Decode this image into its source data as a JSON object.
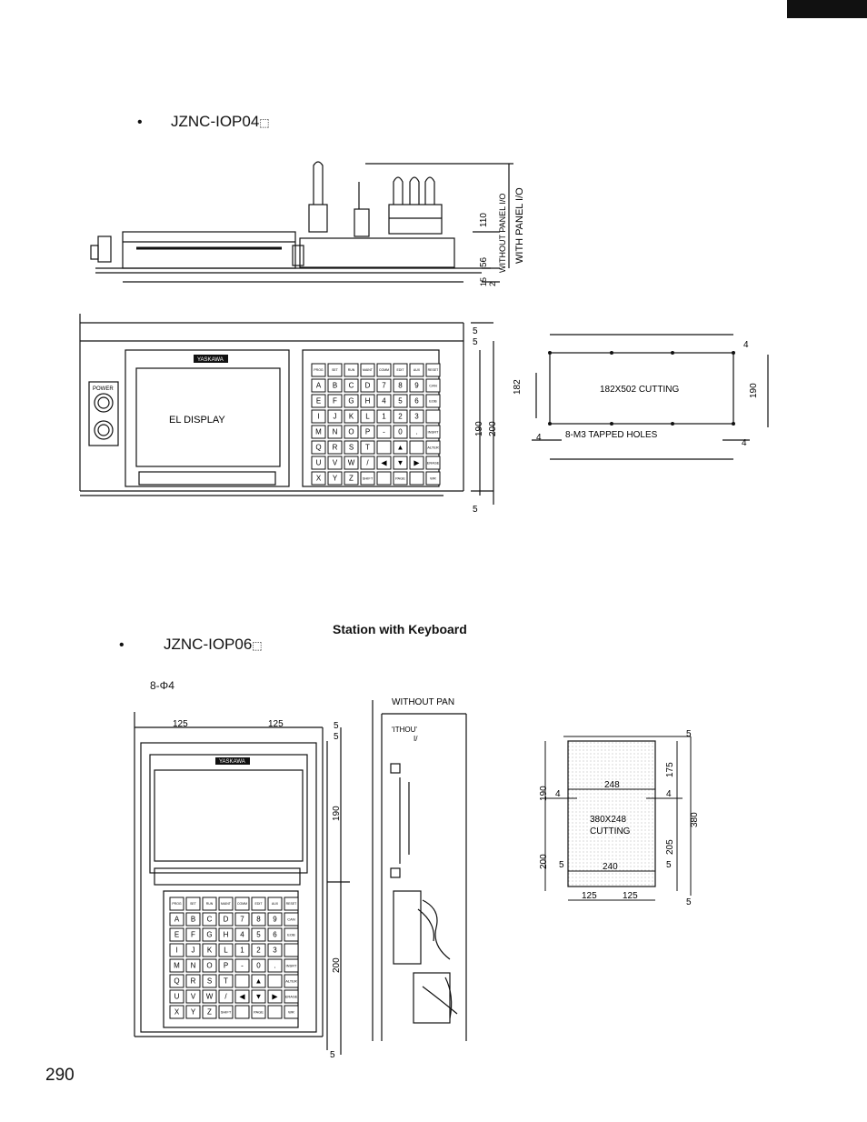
{
  "page": {
    "page_number": "290",
    "accent_color": "#111111"
  },
  "section1": {
    "bullet": "•",
    "model": "JZNC-IOP04",
    "model_suffix": "⬚",
    "side_view_labels": {
      "dim_110": "110",
      "with_panel_io": "WITH PANEL I/O",
      "dim_56": "56",
      "without_panel_io": "WITHOUT PANEL I/O",
      "dim_15": "15",
      "dim_2": "2"
    },
    "front_view": {
      "power_label": "POWER",
      "display_label": "EL DISPLAY",
      "brand_badge": "YASKAWA",
      "dim_5_top": "5",
      "dim_5_top_b": "5",
      "dim_190": "190",
      "dim_200": "200",
      "dim_5_bottom": "5"
    },
    "cutout": {
      "label": "182X502 CUTTING",
      "holes_label": "8-M3 TAPPED HOLES",
      "dim_182": "182",
      "dim_190": "190",
      "dim_4_top": "4",
      "dim_4_left": "4",
      "dim_4_right": "4"
    }
  },
  "section2": {
    "bullet": "•",
    "model": "JZNC-IOP06",
    "model_suffix": "⬚",
    "heading": "Station with Keyboard",
    "holes_label": "8-Φ4",
    "front_view": {
      "dim_125_left": "125",
      "dim_125_right": "125",
      "dim_5_top": "5",
      "dim_5_top_b": "5",
      "dim_190": "190",
      "dim_200": "200",
      "dim_5_bottom": "5",
      "brand_badge": "YASKAWA"
    },
    "side_view": {
      "without_panel": "WITHOUT PAN",
      "without_short": "'ITHOU'",
      "io_short": "I/"
    },
    "cutout": {
      "label_line1": "380X248",
      "label_line2": "CUTTING",
      "dim_248": "248",
      "dim_240": "240",
      "dim_190": "190",
      "dim_200": "200",
      "dim_175": "175",
      "dim_205": "205",
      "dim_380": "380",
      "dim_4_left": "4",
      "dim_4_right": "4",
      "dim_5_left": "5",
      "dim_5_right": "5",
      "dim_5_top": "5",
      "dim_5_bottom": "5",
      "dim_125_left": "125",
      "dim_125_right": "125"
    }
  },
  "keyboard": {
    "top_row": [
      "PROG",
      "SET",
      "RUN",
      "MAINT",
      "COMM",
      "EDIT",
      "AUX",
      "RESET"
    ],
    "rows": [
      [
        "A",
        "B",
        "C",
        "D",
        "7",
        "8",
        "9",
        "CAN"
      ],
      [
        "E",
        "F",
        "G",
        "H",
        "4",
        "5",
        "6",
        "EOB"
      ],
      [
        "I",
        "J",
        "K",
        "L",
        "1",
        "2",
        "3",
        ""
      ],
      [
        "M",
        "N",
        "O",
        "P",
        "-",
        "0",
        ".",
        "INSRT"
      ],
      [
        "Q",
        "R",
        "S",
        "T",
        "",
        "▲",
        "",
        "ALTER"
      ],
      [
        "U",
        "V",
        "W",
        "/",
        "◀",
        "▼",
        "▶",
        "ERASE"
      ],
      [
        "X",
        "Y",
        "Z",
        "SHIFT",
        "",
        "PAGE",
        "",
        "WR"
      ]
    ]
  }
}
